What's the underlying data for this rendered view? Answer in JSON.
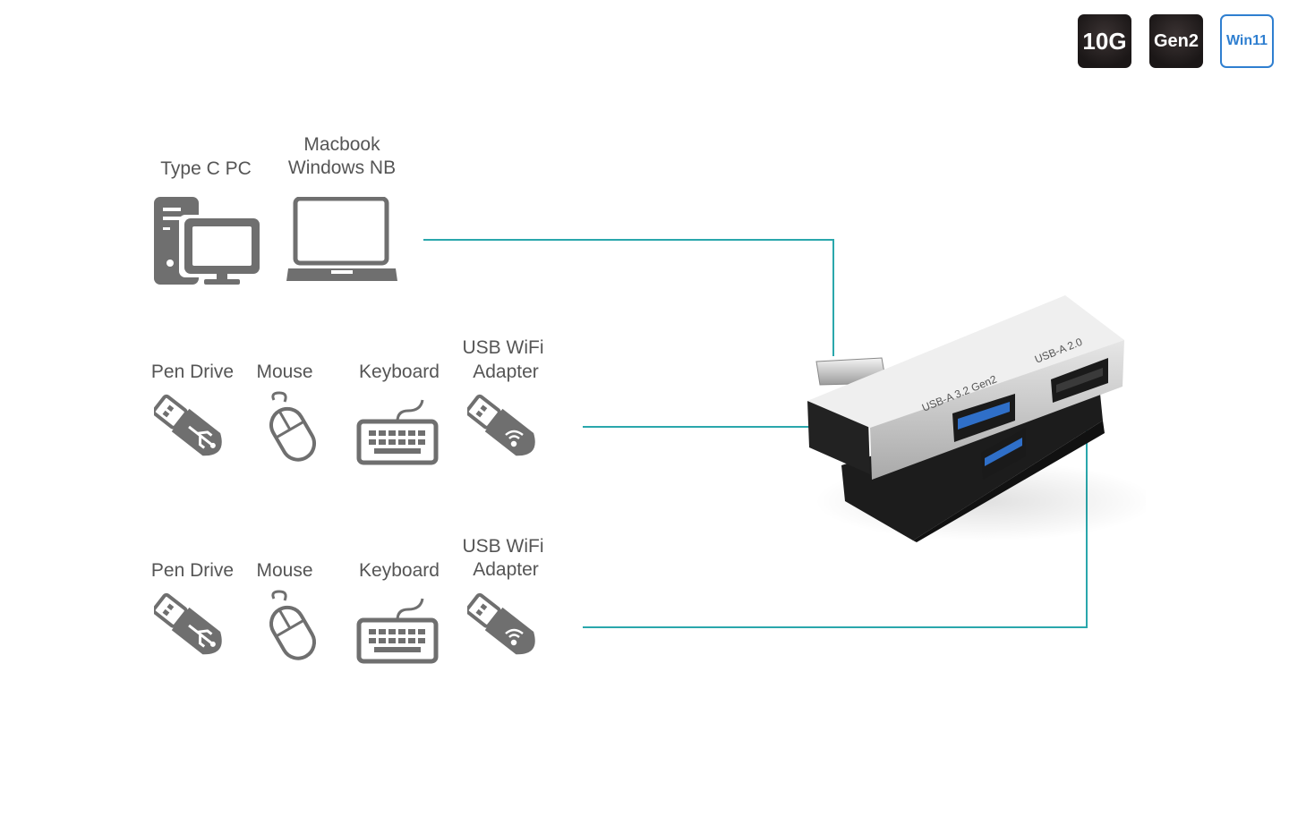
{
  "badges": {
    "speed": "10G",
    "generation": "Gen2",
    "os": "Win11"
  },
  "colors": {
    "connector_line": "#2aa7ac",
    "icon_gray": "#6f6f6f",
    "win11_blue": "#2f7fd0"
  },
  "hosts": {
    "type_c_pc": {
      "label": "Type C PC",
      "icon": "desktop-pc-icon"
    },
    "laptop": {
      "label_line1": "Macbook",
      "label_line2": "Windows NB",
      "icon": "laptop-icon"
    }
  },
  "device_rows": [
    {
      "pen_drive": "Pen Drive",
      "mouse": "Mouse",
      "keyboard": "Keyboard",
      "wifi_line1": "USB WiFi",
      "wifi_line2": "Adapter"
    },
    {
      "pen_drive": "Pen Drive",
      "mouse": "Mouse",
      "keyboard": "Keyboard",
      "wifi_line1": "USB WiFi",
      "wifi_line2": "Adapter"
    }
  ],
  "hub": {
    "port_a_label": "USB-A 3.2 Gen2",
    "port_b_label": "USB-A 2.0"
  }
}
